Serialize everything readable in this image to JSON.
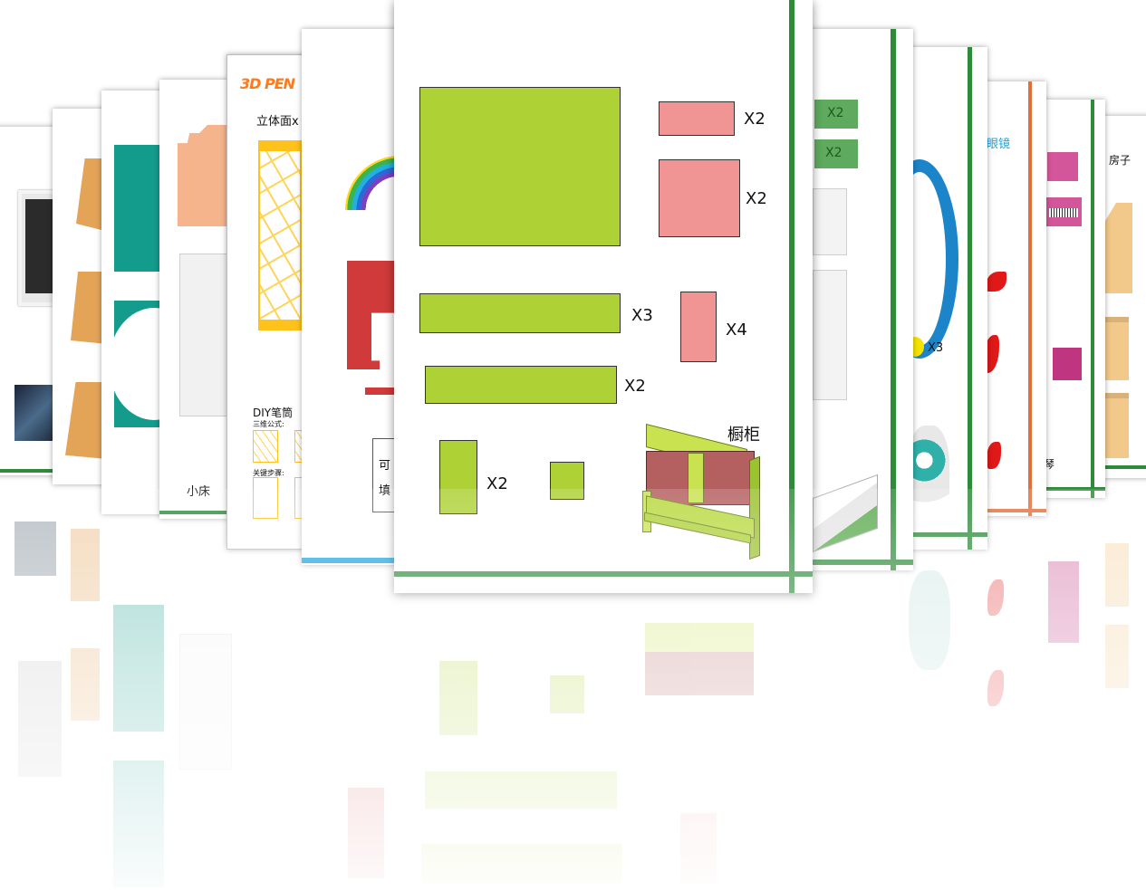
{
  "colors": {
    "lime": "#aed136",
    "pink": "#f09494",
    "green_rule": "#2e8b3a",
    "orange_rule": "#e0703a",
    "blue_rule": "#19a4e0",
    "teal": "#139c8c",
    "peach": "#f5b48c",
    "tan": "#e4a458",
    "yellow": "#ffc21a",
    "red": "#d13a3a",
    "wood": "#f2c98a"
  },
  "main_sheet": {
    "title": "橱柜",
    "pieces": [
      {
        "color": "lime",
        "qty": ""
      },
      {
        "color": "pink",
        "qty": "X2"
      },
      {
        "color": "pink",
        "qty": "X2"
      },
      {
        "color": "lime",
        "qty": "X3"
      },
      {
        "color": "pink",
        "qty": "X4"
      },
      {
        "color": "lime",
        "qty": "X2"
      },
      {
        "color": "lime",
        "qty": "X2"
      },
      {
        "color": "lime",
        "qty": ""
      }
    ],
    "illustration": "cabinet-illustration"
  },
  "sheets": [
    {
      "id": "sheet-tv",
      "icon": "tv-icon"
    },
    {
      "id": "sheet-tan",
      "icon": "tan-shapes"
    },
    {
      "id": "sheet-teal",
      "icon": "teal-shapes"
    },
    {
      "id": "sheet-bed",
      "label": "小床"
    },
    {
      "id": "sheet-pen",
      "logo": "3D PEN",
      "heading": "立体面x",
      "section": "DIY笔筒",
      "sub1": "三维公式:",
      "sub2": "关键步骤:"
    },
    {
      "id": "sheet-rainbow",
      "text1": "可",
      "text2": "填"
    },
    {
      "id": "sheet-green",
      "qty1": "X2",
      "qty2": "X2"
    },
    {
      "id": "sheet-fan",
      "qty": "X3"
    },
    {
      "id": "sheet-glasses",
      "label": "眼镜"
    },
    {
      "id": "sheet-piano",
      "label": "琴"
    },
    {
      "id": "sheet-house",
      "label": "房子"
    }
  ]
}
